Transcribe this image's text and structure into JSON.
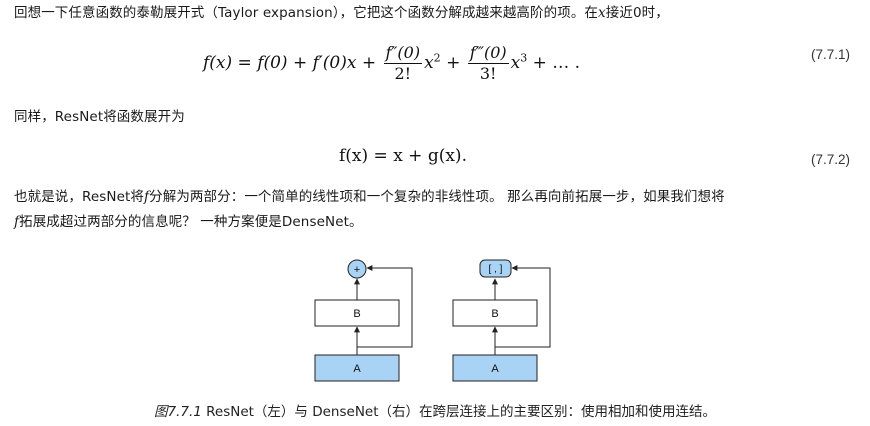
{
  "paragraph1": {
    "before_x": "回想一下任意函数的泰勒展开式（Taylor expansion），它把这个函数分解成越来越高阶的项。在",
    "x": "x",
    "after_x": "接近0时，"
  },
  "equation1": {
    "lhs": "f(x) = f(0) + f′(0)x +",
    "frac1_num": "f″(0)",
    "frac1_den": "2!",
    "term2": "x",
    "exp2": "2",
    "plus": "+",
    "frac2_num": "f‴(0)",
    "frac2_den": "3!",
    "term3": "x",
    "exp3": "3",
    "tail": "+ … .",
    "number": "(7.7.1)"
  },
  "paragraph2": {
    "text": "同样，ResNet将函数展开为"
  },
  "equation2": {
    "text": "f(x) = x + g(x).",
    "number": "(7.7.2)"
  },
  "paragraph3": {
    "line1_before": "也就是说，ResNet将",
    "f": "f",
    "line1_after": "分解为两部分：一个简单的线性项和一个复杂的非线性项。 那么再向前拓展一步，如果我们想将",
    "line2_f": "f",
    "line2_after": "拓展成超过两部分的信息呢？ 一种方案便是DenseNet。"
  },
  "figure": {
    "resnet": {
      "top_symbol": "+",
      "block_b": "B",
      "block_a": "A"
    },
    "densenet": {
      "top_symbol": "[ , ]",
      "block_b": "B",
      "block_a": "A"
    },
    "colors": {
      "highlight_fill": "#a9d3f5",
      "stroke": "#222222"
    }
  },
  "caption": {
    "fignum": "图7.7.1",
    "text": " ResNet（左）与 DenseNet（右）在跨层连接上的主要区别：使用相加和使用连结。"
  }
}
